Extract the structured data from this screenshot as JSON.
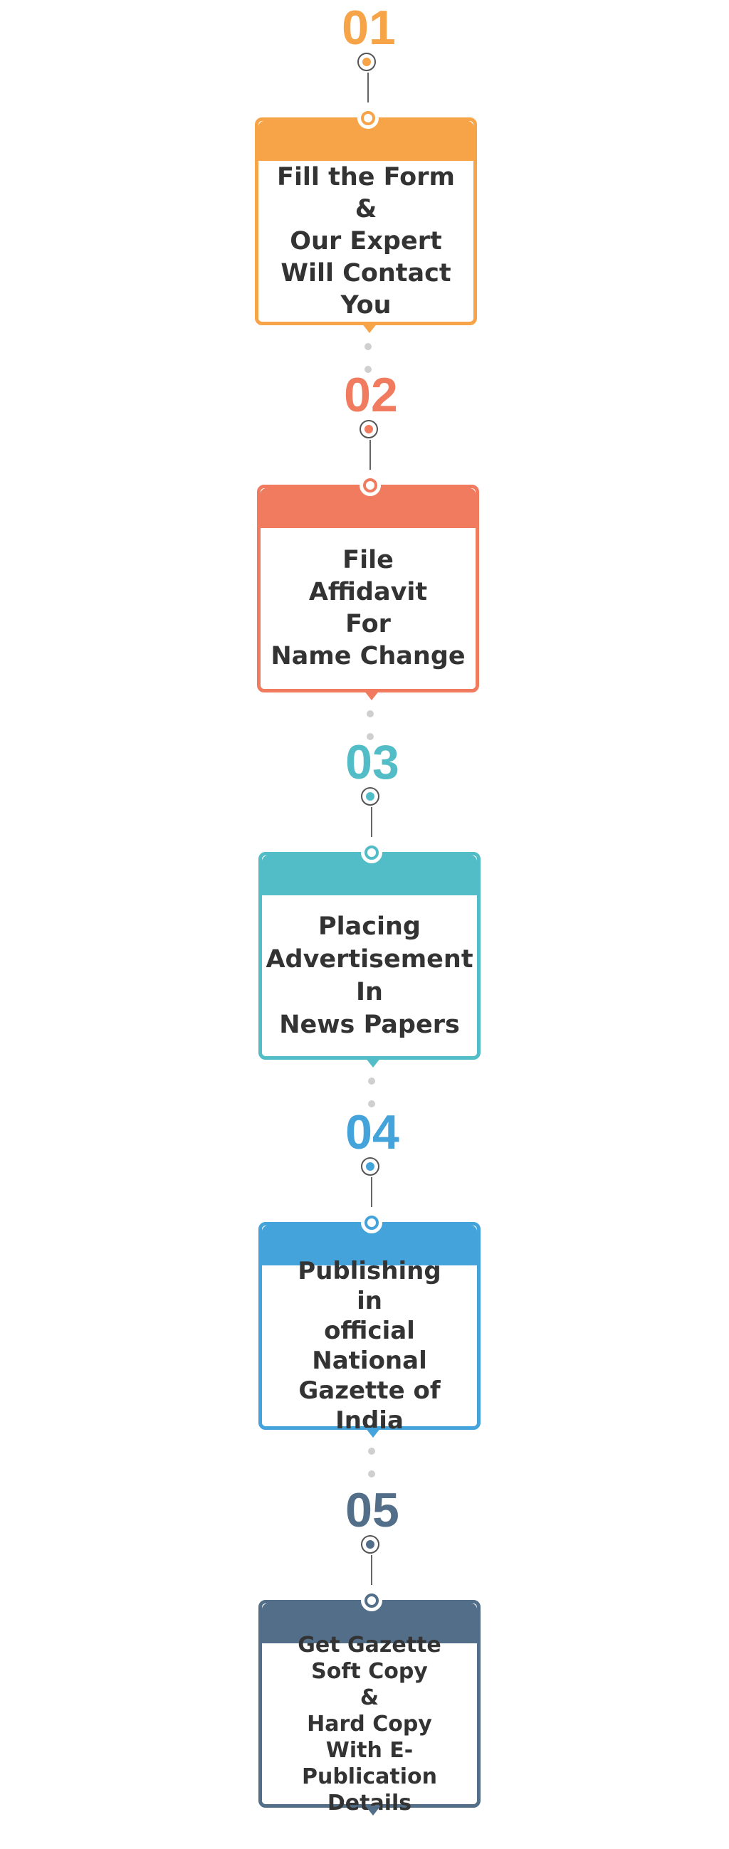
{
  "steps": [
    {
      "number": "01",
      "color": "#f6a447",
      "text": "Fill the Form\n&\nOur Expert\nWill Contact\nYou",
      "icon": "circle-dot-icon"
    },
    {
      "number": "02",
      "color": "#f07b5f",
      "text": "File\nAffidavit\nFor\nName Change",
      "icon": "circle-dot-icon"
    },
    {
      "number": "03",
      "color": "#53bdc7",
      "text": "Placing\nAdvertisement\nIn\nNews Papers",
      "icon": "circle-dot-icon"
    },
    {
      "number": "04",
      "color": "#44a3db",
      "text": "Publishing\nin\nofficial\nNational\nGazette of India",
      "icon": "circle-dot-icon"
    },
    {
      "number": "05",
      "color": "#526e88",
      "text": "Get Gazette\nSoft Copy\n&\nHard Copy\nWith E-Publication\nDetails",
      "icon": "circle-dot-icon"
    }
  ]
}
